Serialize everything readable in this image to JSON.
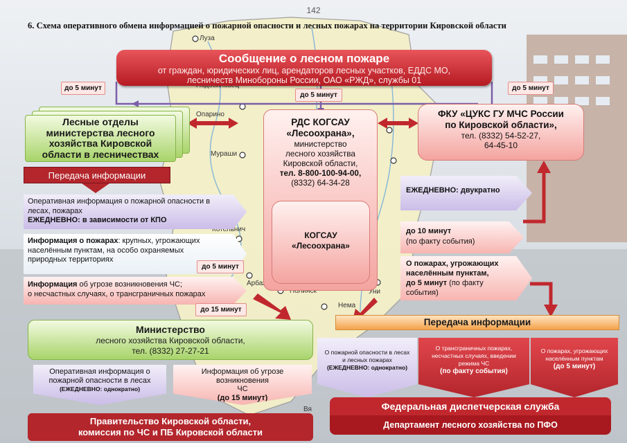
{
  "page_number": "142",
  "title": "6. Схема оперативного обмена информацией о пожарной опасности и лесных пожарах на территории Кировской области",
  "top_box": {
    "title": "Сообщение о лесном пожаре",
    "subtitle_line1": "от  граждан, юридических лиц, арендаторов лесных участков, ЕДДС МО,",
    "subtitle_line2": "лесничеств Минобороны России, ОАО «РЖД», службы 01"
  },
  "tags": {
    "left": "до 5 минут",
    "center": "до 5 минут",
    "right": "до 5 минут",
    "mid1": "до 5 минут",
    "mid2": "до 15 минут"
  },
  "forest_depts": {
    "line1": "Лесные отделы",
    "line2": "министерства лесного",
    "line3": "хозяйства Кировской",
    "line4": "области в лесничествах"
  },
  "center_box": {
    "line1": "РДС КОГСАУ",
    "line2": "«Лесоохрана»,",
    "line3": "министерство",
    "line4": "лесного хозяйства",
    "line5": "Кировской области,",
    "line6": "тел. 8-800-100-94-00,",
    "line7": "(8332) 64-34-28",
    "inner_line1": "КОГСАУ",
    "inner_line2": "«Лесоохрана»"
  },
  "mchs_box": {
    "line1": "ФКУ «ЦУКС ГУ МЧС России",
    "line2": "по Кировской области»,",
    "line3": "тел. (8332) 54-52-27,",
    "line4": "64-45-10"
  },
  "transfer_left": "Передача информации",
  "left_items": {
    "item1_line1": "Оперативная информация о пожарной опасности в",
    "item1_line2": "лесах, пожарах",
    "item1_line3": "ЕЖЕДНЕВНО: в зависимости от КПО",
    "item2_bold": "Информация о пожарах",
    "item2_line1": ": крупных, угрожающих",
    "item2_line2": "населённым пунктам, на особо охраняемых",
    "item2_line3": "природных территориях",
    "item3_bold": "Информация",
    "item3_line1": " об угрозе возникновения  ЧС;",
    "item3_line2": "о несчастных случаях, о трансграничных пожарах"
  },
  "right_items": {
    "r1": "ЕЖЕДНЕВНО: двукратно",
    "r2_line1": "до 10 минут",
    "r2_line2": "(по факту события)",
    "r3_line1": "О пожарах, угрожающих",
    "r3_line2": "населённым пунктам,",
    "r3_line3": "до 5 минут",
    "r3_line3b": " (по факту",
    "r3_line4": "события)"
  },
  "ministry": {
    "line1": "Министерство",
    "line2": "лесного хозяйства Кировской области,",
    "line3": "тел. (8332) 27-27-21"
  },
  "transfer_right": "Передача информации",
  "bottom_left_arrows": {
    "a1_line1": "Оперативная информация о",
    "a1_line2": "пожарной опасности в лесах",
    "a1_line3": "(ЕЖЕДНЕВНО: однократно)",
    "a2_line1": "Информация об угрозе возникновения",
    "a2_line2": "ЧС",
    "a2_line3": "(до 15 минут)"
  },
  "bottom_right_arrows": {
    "b1_line1": "О пожарной опасности в лесах",
    "b1_line2": "и лесных пожарах",
    "b1_line3": "(ЕЖЕДНЕВНО: однократно)",
    "b2_line1": "О трансграничных пожарах,",
    "b2_line2": "несчастных случаях, введении",
    "b2_line3": "режима ЧС",
    "b2_line4": "(по факту события)",
    "b3_line1": "О пожарах, угрожающих",
    "b3_line2": "населённым пунктам",
    "b3_line3": "(до 5 минут)"
  },
  "government": {
    "line1": "Правительство Кировской области,",
    "line2": "комиссия по ЧС и ПБ Кировской области"
  },
  "federal": {
    "line1": "Федеральная диспетчерская служба",
    "line2": "Департамент лесного хозяйства по ПФО"
  },
  "map_labels": {
    "luza": "Луза",
    "podosinovets": "Подосиновец",
    "oparino": "Опарино",
    "murashi": "Мураши",
    "kotelnich": "Котельнич",
    "arbazh": "Арбаж",
    "nolinsk": "Нолинск",
    "nema": "Нема",
    "uni": "Уни",
    "vya": "Вя"
  },
  "colors": {
    "red": "#b51b22",
    "green": "#a8d46a",
    "pink": "#f4a4a0",
    "lavender": "#cbbde8",
    "orange": "#f3a34c"
  }
}
